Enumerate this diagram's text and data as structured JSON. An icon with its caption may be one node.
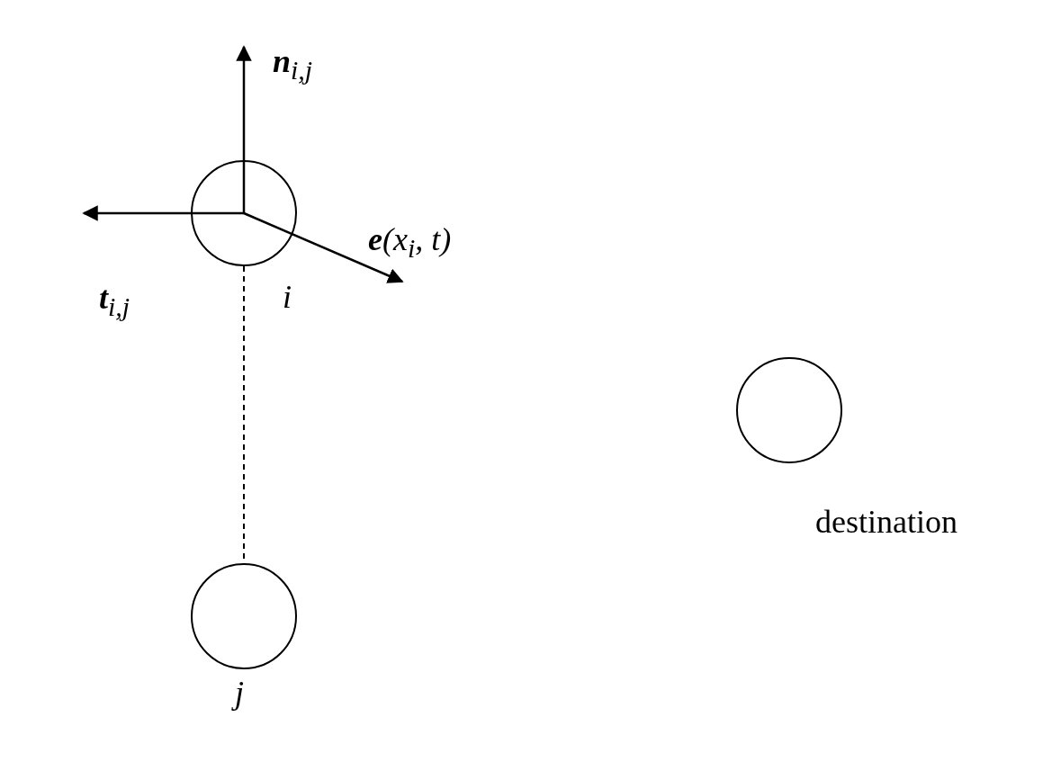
{
  "diagram": {
    "nodes": [
      {
        "text": [],
        "shape": "circle",
        "beside": [
          "i"
        ]
      },
      {
        "text": [],
        "shape": "circle",
        "beside": [
          "j"
        ]
      },
      {
        "text": [],
        "shape": "circle",
        "beside": [
          "destination"
        ]
      }
    ],
    "edges": [
      {
        "from": 0,
        "to": 1,
        "arrow": "none",
        "style": "dashed"
      }
    ],
    "labels": [
      "**n**$_{i,j}$",
      "**t**$_{i,j}$",
      "**e**(x$_{i}$, t)"
    ]
  }
}
